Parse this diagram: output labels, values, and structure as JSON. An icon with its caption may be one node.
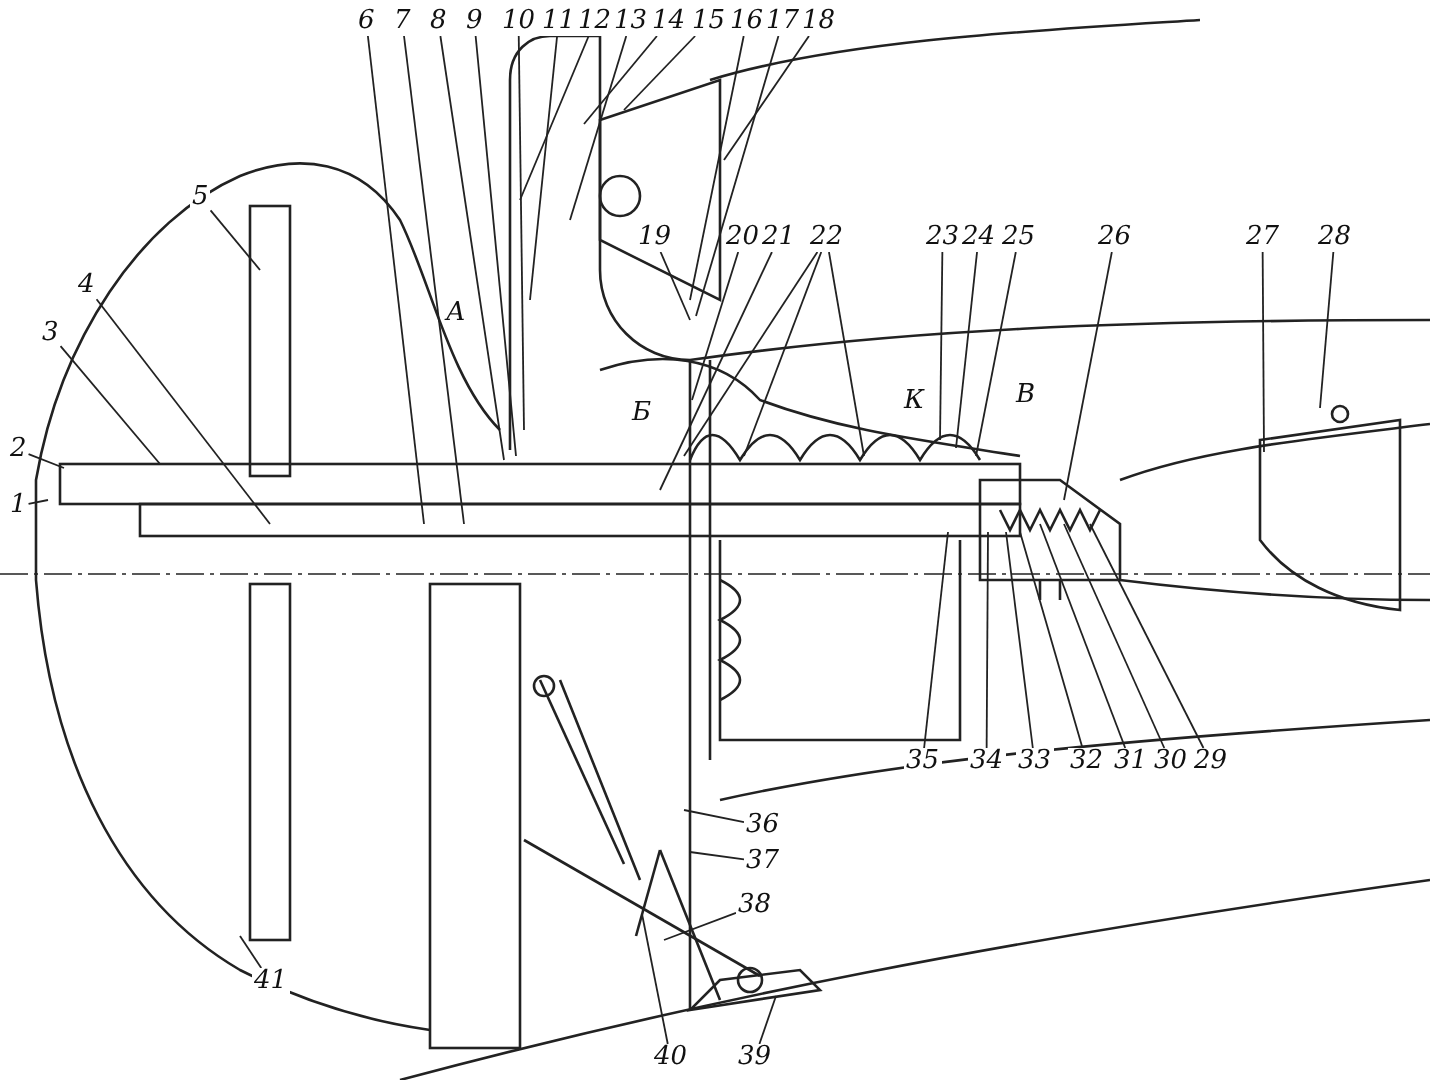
{
  "diagram": {
    "nodes": [
      {
        "text": [
          "1"
        ]
      },
      {
        "text": [
          "2"
        ]
      },
      {
        "text": [
          "3"
        ]
      },
      {
        "text": [
          "4"
        ]
      },
      {
        "text": [
          "5"
        ]
      },
      {
        "text": [
          "6"
        ]
      },
      {
        "text": [
          "7"
        ]
      },
      {
        "text": [
          "8"
        ]
      },
      {
        "text": [
          "9"
        ]
      },
      {
        "text": [
          "10"
        ]
      },
      {
        "text": [
          "11"
        ]
      },
      {
        "text": [
          "12"
        ]
      },
      {
        "text": [
          "13"
        ]
      },
      {
        "text": [
          "14"
        ]
      },
      {
        "text": [
          "15"
        ]
      },
      {
        "text": [
          "16"
        ]
      },
      {
        "text": [
          "17"
        ]
      },
      {
        "text": [
          "18"
        ]
      },
      {
        "text": [
          "19"
        ]
      },
      {
        "text": [
          "20"
        ]
      },
      {
        "text": [
          "21"
        ]
      },
      {
        "text": [
          "22"
        ]
      },
      {
        "text": [
          "23"
        ]
      },
      {
        "text": [
          "24"
        ]
      },
      {
        "text": [
          "25"
        ]
      },
      {
        "text": [
          "26"
        ]
      },
      {
        "text": [
          "27"
        ]
      },
      {
        "text": [
          "28"
        ]
      },
      {
        "text": [
          "29"
        ]
      },
      {
        "text": [
          "30"
        ]
      },
      {
        "text": [
          "31"
        ]
      },
      {
        "text": [
          "32"
        ]
      },
      {
        "text": [
          "33"
        ]
      },
      {
        "text": [
          "34"
        ]
      },
      {
        "text": [
          "35"
        ]
      },
      {
        "text": [
          "36"
        ]
      },
      {
        "text": [
          "37"
        ]
      },
      {
        "text": [
          "38"
        ]
      },
      {
        "text": [
          "39"
        ]
      },
      {
        "text": [
          "40"
        ]
      },
      {
        "text": [
          "41"
        ]
      }
    ],
    "edges": [
      {
        "from": 0,
        "to": null,
        "arrow": "none"
      },
      {
        "from": 1,
        "to": null,
        "arrow": "none"
      },
      {
        "from": 2,
        "to": null,
        "arrow": "none"
      },
      {
        "from": 3,
        "to": null,
        "arrow": "none"
      },
      {
        "from": 4,
        "to": null,
        "arrow": "none"
      },
      {
        "from": 5,
        "to": null,
        "arrow": "none"
      },
      {
        "from": 6,
        "to": null,
        "arrow": "none"
      },
      {
        "from": 7,
        "to": null,
        "arrow": "none"
      },
      {
        "from": 8,
        "to": null,
        "arrow": "none"
      },
      {
        "from": 9,
        "to": null,
        "arrow": "none"
      },
      {
        "from": 10,
        "to": null,
        "arrow": "none"
      },
      {
        "from": 11,
        "to": null,
        "arrow": "none"
      },
      {
        "from": 12,
        "to": null,
        "arrow": "none"
      },
      {
        "from": 13,
        "to": null,
        "arrow": "none"
      },
      {
        "from": 14,
        "to": null,
        "arrow": "none"
      },
      {
        "from": 15,
        "to": null,
        "arrow": "none"
      },
      {
        "from": 16,
        "to": null,
        "arrow": "none"
      },
      {
        "from": 17,
        "to": null,
        "arrow": "none"
      },
      {
        "from": 18,
        "to": null,
        "arrow": "none"
      },
      {
        "from": 19,
        "to": null,
        "arrow": "none"
      },
      {
        "from": 20,
        "to": null,
        "arrow": "none"
      },
      {
        "from": 21,
        "to": null,
        "arrow": "none"
      },
      {
        "from": 21,
        "to": null,
        "arrow": "none"
      },
      {
        "from": 21,
        "to": null,
        "arrow": "none"
      },
      {
        "from": 22,
        "to": null,
        "arrow": "none"
      },
      {
        "from": 23,
        "to": null,
        "arrow": "none"
      },
      {
        "from": 24,
        "to": null,
        "arrow": "none"
      },
      {
        "from": 25,
        "to": null,
        "arrow": "none"
      },
      {
        "from": 26,
        "to": null,
        "arrow": "none"
      },
      {
        "from": 27,
        "to": null,
        "arrow": "none"
      },
      {
        "from": 28,
        "to": null,
        "arrow": "none"
      },
      {
        "from": 29,
        "to": null,
        "arrow": "none"
      },
      {
        "from": 30,
        "to": null,
        "arrow": "none"
      },
      {
        "from": 31,
        "to": null,
        "arrow": "none"
      },
      {
        "from": 32,
        "to": null,
        "arrow": "none"
      },
      {
        "from": 33,
        "to": null,
        "arrow": "none"
      },
      {
        "from": 34,
        "to": null,
        "arrow": "none"
      },
      {
        "from": 35,
        "to": null,
        "arrow": "none"
      },
      {
        "from": 36,
        "to": null,
        "arrow": "none"
      },
      {
        "from": 37,
        "to": null,
        "arrow": "none"
      },
      {
        "from": 38,
        "to": null,
        "arrow": "none"
      },
      {
        "from": 39,
        "to": null,
        "arrow": "none"
      },
      {
        "from": 40,
        "to": null,
        "arrow": "none"
      }
    ],
    "labels": [
      "А",
      "В",
      "Б",
      "К"
    ]
  }
}
